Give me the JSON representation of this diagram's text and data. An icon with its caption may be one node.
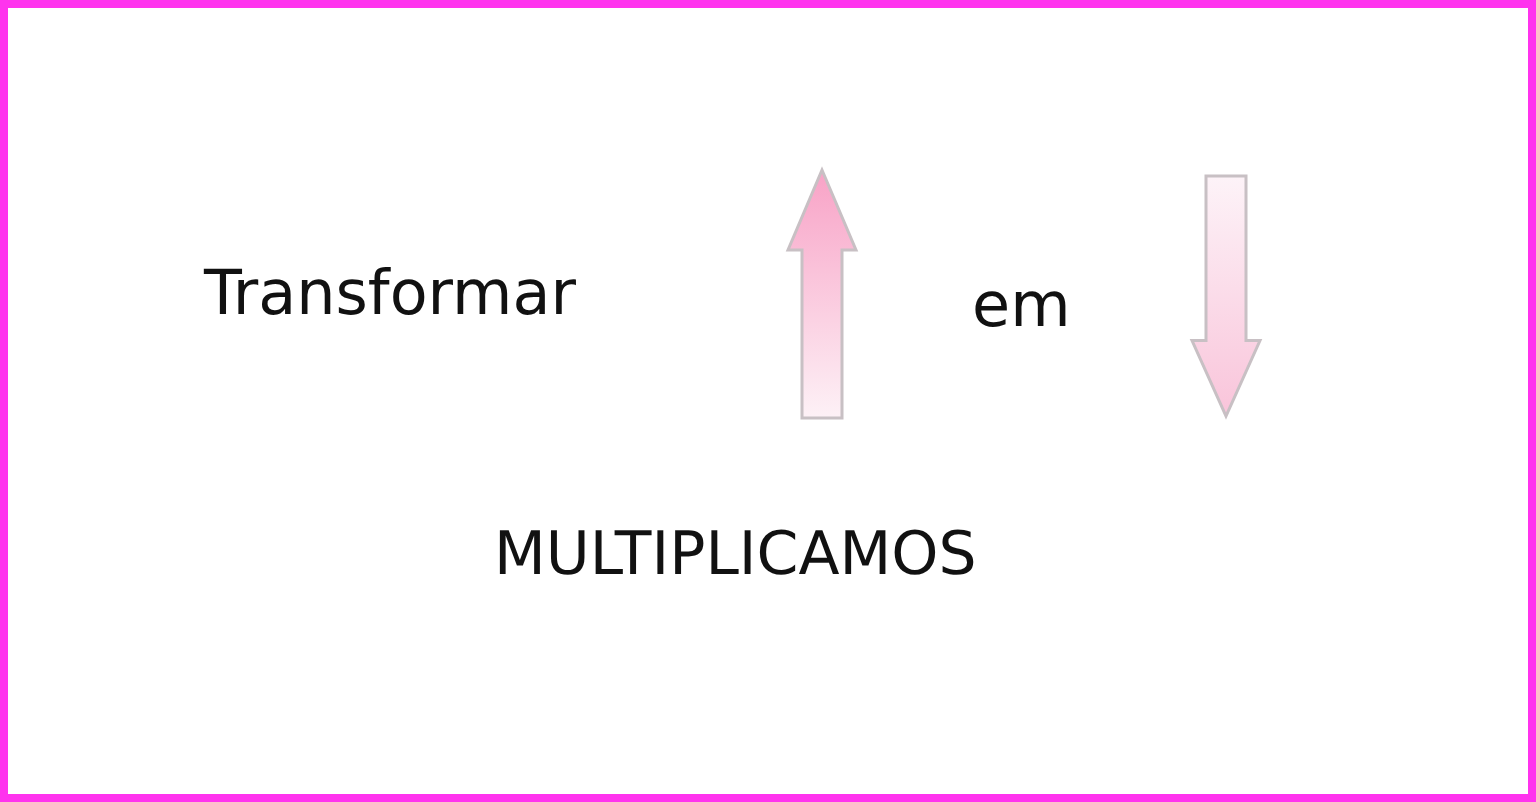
{
  "diagram": {
    "labels": [
      "Transformar",
      "em",
      "MULTIPLICAMOS"
    ]
  }
}
